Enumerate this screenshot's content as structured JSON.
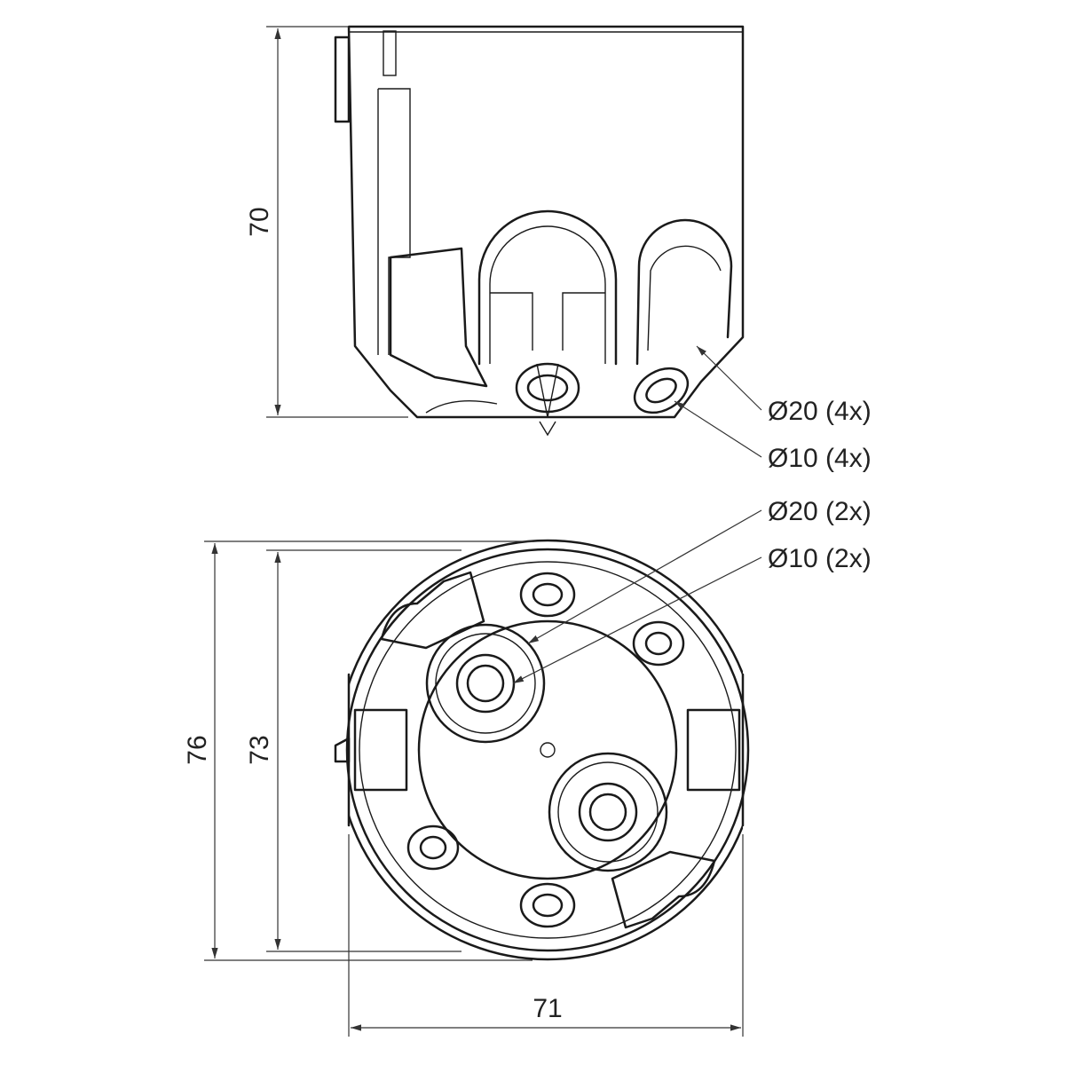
{
  "dimensions": {
    "height_side": "70",
    "outer_diameter": "76",
    "inner_diameter": "73",
    "width": "71"
  },
  "callouts": {
    "side_d20": "Ø20 (4x)",
    "side_d10": "Ø10 (4x)",
    "bottom_d20": "Ø20 (2x)",
    "bottom_d10": "Ø10 (2x)"
  },
  "colors": {
    "line": "#1a1a1a",
    "background": "#ffffff"
  }
}
